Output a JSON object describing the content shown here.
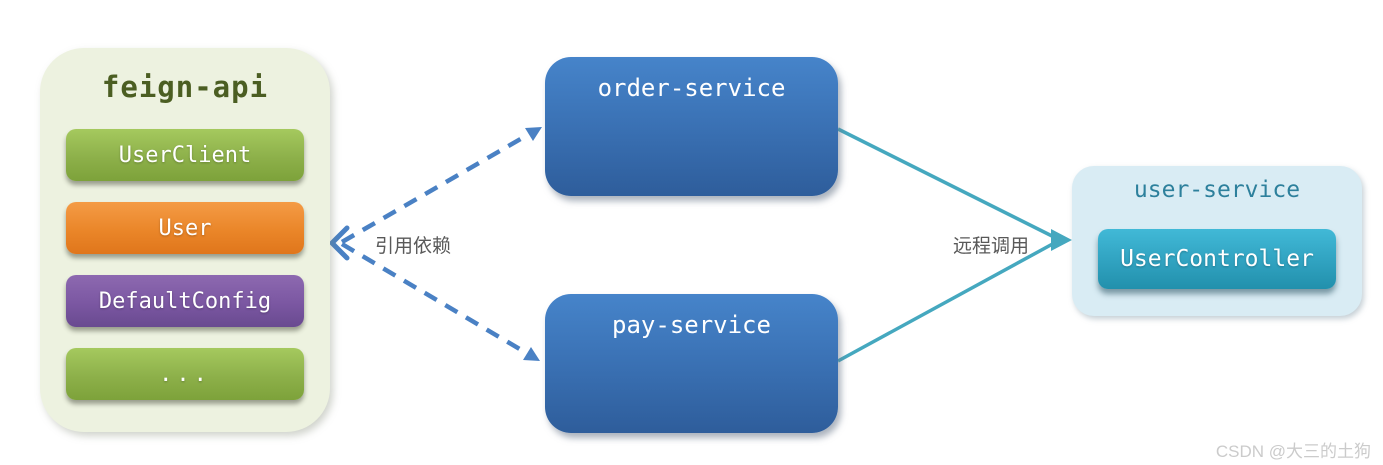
{
  "diagram": {
    "feign_api": {
      "title": "feign-api",
      "items": [
        {
          "label": "UserClient",
          "color": "#8db04a"
        },
        {
          "label": "User",
          "color": "#ea8629"
        },
        {
          "label": "DefaultConfig",
          "color": "#7b57a2"
        },
        {
          "label": "...",
          "color": "#8db04a"
        }
      ]
    },
    "order_service": {
      "title": "order-service"
    },
    "pay_service": {
      "title": "pay-service"
    },
    "user_service": {
      "title": "user-service",
      "controller": "UserController"
    },
    "labels": {
      "dependency": "引用依赖",
      "remote_call": "远程调用"
    },
    "watermark": "CSDN @大三的土狗",
    "colors": {
      "dependency_arrow": "#4a81c4",
      "remote_call_arrow": "#45a8bf",
      "service_box": "#3a71b4",
      "feign_background": "#edf2e0",
      "user_service_background": "#d9ecf4",
      "feign_title_text": "#4b5e22",
      "user_service_title_text": "#2d809c",
      "edge_label_text": "#595959"
    }
  }
}
